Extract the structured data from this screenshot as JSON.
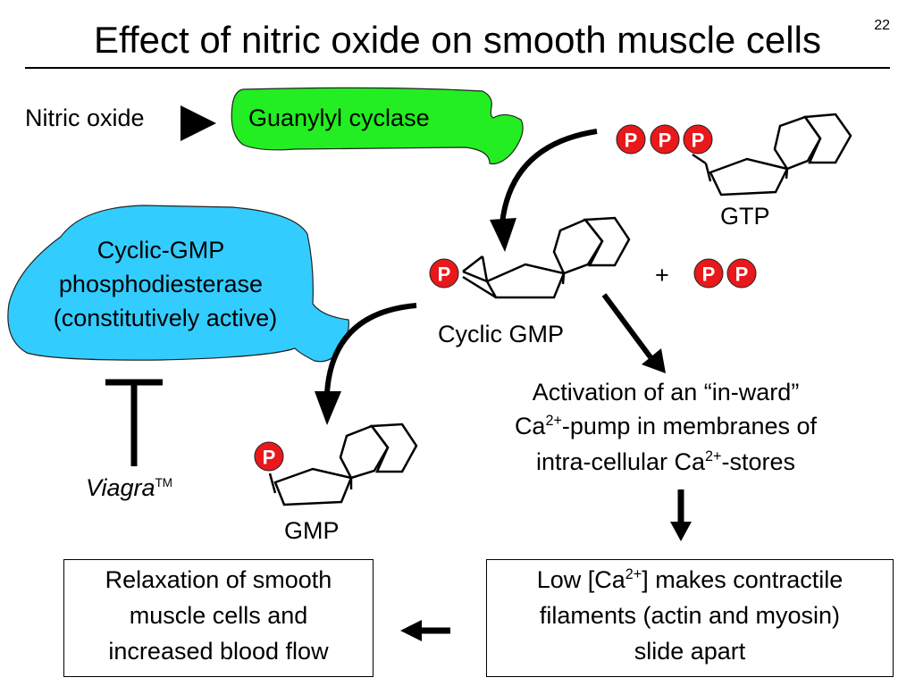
{
  "slide": {
    "title": "Effect of nitric oxide on smooth muscle cells",
    "number": "22"
  },
  "labels": {
    "nitric_oxide": "Nitric oxide",
    "guanylyl_cyclase": "Guanylyl cyclase",
    "pde_line1": "Cyclic-GMP",
    "pde_line2": "phosphodiesterase",
    "pde_line3": "(constitutively active)",
    "gtp": "GTP",
    "cyclic_gmp": "Cyclic GMP",
    "gmp": "GMP",
    "plus": "+",
    "phosphate": "P",
    "viagra": "Viagra",
    "trademark": "TM",
    "activation_line1": "Activation of an “in-ward”",
    "activation_line2_pre": "Ca",
    "activation_line2_sup": "2+",
    "activation_line2_post": "-pump in membranes of",
    "activation_line3_pre": "intra-cellular Ca",
    "activation_line3_sup": "2+",
    "activation_line3_post": "-stores"
  },
  "boxes": {
    "relaxation": [
      "Relaxation of smooth",
      "muscle cells and",
      "increased blood flow"
    ],
    "low_ca_line1_pre": "Low [Ca",
    "low_ca_line1_sup": "2+",
    "low_ca_line1_post": "] makes contractile",
    "low_ca_line2": "filaments (actin and myosin)",
    "low_ca_line3": "slide apart"
  },
  "colors": {
    "guanylyl_cyclase": "#22ee22",
    "phosphodiesterase": "#33ccff",
    "phosphate": "#e8181b"
  }
}
